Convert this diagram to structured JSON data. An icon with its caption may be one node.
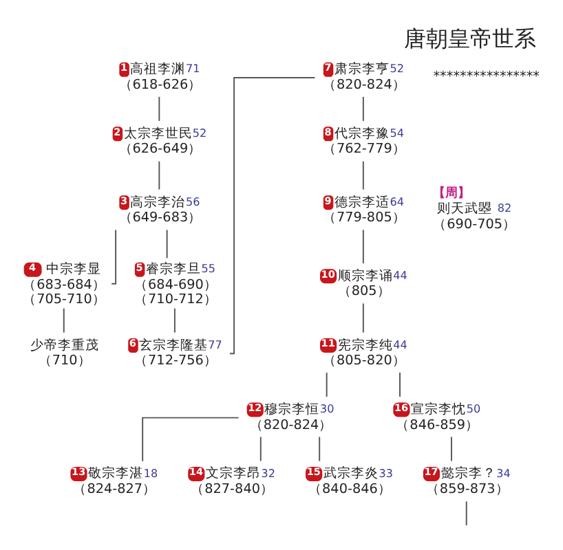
{
  "diagram": {
    "title": "唐朝皇帝世系",
    "nodes": [
      {
        "text": [
          "1",
          "高祖李渊",
          "71",
          "（618-626）"
        ]
      },
      {
        "text": [
          "2",
          "太宗李世民",
          "52",
          "（626-649）"
        ]
      },
      {
        "text": [
          "3",
          "高宗李治",
          "56",
          "（649-683）"
        ]
      },
      {
        "text": [
          "【周】",
          "则天武曌",
          "82",
          "（690-705）"
        ]
      },
      {
        "text": [
          "4",
          "中宗李显",
          "（683-684）",
          "（705-710）"
        ]
      },
      {
        "text": [
          "5",
          "睿宗李旦",
          "55",
          "（684-690）",
          "（710-712）"
        ]
      },
      {
        "text": [
          "少帝李重茂",
          "（710）"
        ]
      },
      {
        "text": [
          "6",
          "玄宗李隆基",
          "77",
          "（712-756）"
        ]
      },
      {
        "text": [
          "7",
          "肃宗李亨",
          "52",
          "（820-824）"
        ]
      },
      {
        "text": [
          "8",
          "代宗李豫",
          "54",
          "（762-779）"
        ]
      },
      {
        "text": [
          "9",
          "德宗李适",
          "64",
          "（779-805）"
        ]
      },
      {
        "text": [
          "10",
          "顺宗李诵",
          "44",
          "（805）"
        ]
      },
      {
        "text": [
          "11",
          "宪宗李纯",
          "44",
          "（805-820）"
        ]
      },
      {
        "text": [
          "12",
          "穆宗李恒",
          "30",
          "（820-824）"
        ]
      },
      {
        "text": [
          "16",
          "宣宗李忱",
          "50",
          "（846-859）"
        ]
      },
      {
        "text": [
          "13",
          "敬宗李湛",
          "18",
          "（824-827）"
        ]
      },
      {
        "text": [
          "14",
          "文宗李昂",
          "32",
          "（827-840）"
        ]
      },
      {
        "text": [
          "15",
          "武宗李炎",
          "33",
          "（840-846）"
        ]
      },
      {
        "text": [
          "17",
          "懿宗李？",
          "34",
          "（859-873）"
        ]
      }
    ],
    "edges": [
      {
        "from": 0,
        "to": 1,
        "arrow": "none"
      },
      {
        "from": 1,
        "to": 2,
        "arrow": "none"
      },
      {
        "from": 2,
        "to": 4,
        "arrow": "none"
      },
      {
        "from": 2,
        "to": 5,
        "arrow": "none"
      },
      {
        "from": 4,
        "to": 6,
        "arrow": "none"
      },
      {
        "from": 5,
        "to": 7,
        "arrow": "none"
      },
      {
        "from": 7,
        "to": 8,
        "arrow": "none"
      },
      {
        "from": 8,
        "to": 9,
        "arrow": "none"
      },
      {
        "from": 9,
        "to": 10,
        "arrow": "none"
      },
      {
        "from": 10,
        "to": 11,
        "arrow": "none"
      },
      {
        "from": 11,
        "to": 12,
        "arrow": "none"
      },
      {
        "from": 12,
        "to": 13,
        "arrow": "none"
      },
      {
        "from": 12,
        "to": 14,
        "arrow": "none"
      },
      {
        "from": 13,
        "to": 15,
        "arrow": "none"
      },
      {
        "from": 13,
        "to": 16,
        "arrow": "none"
      },
      {
        "from": 13,
        "to": 17,
        "arrow": "none"
      },
      {
        "from": 14,
        "to": 18,
        "arrow": "none"
      },
      {
        "from": 18,
        "to": null,
        "arrow": "none"
      }
    ],
    "labels": [
      "****************"
    ]
  }
}
